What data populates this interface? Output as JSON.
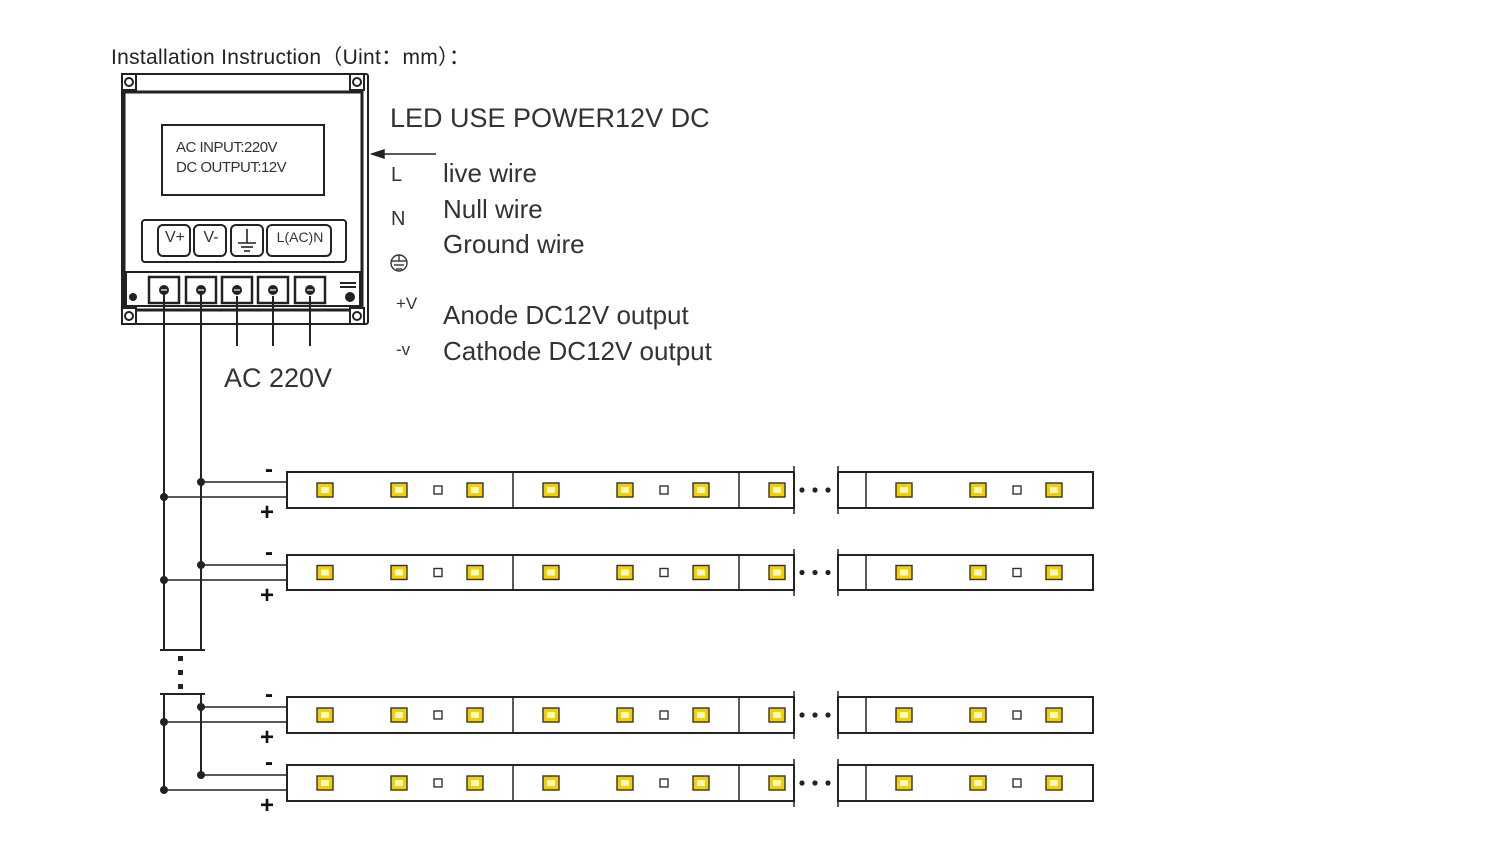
{
  "title": "Installation Instruction（Uint：mm）：",
  "power_supply": {
    "heading": "LED USE POWER12V DC",
    "spec_input": "AC INPUT:220V",
    "spec_output": "DC OUTPUT:12V",
    "terminals": [
      "V+",
      "V-",
      "L(AC)N"
    ],
    "ac_label": "AC 220V"
  },
  "legend": [
    {
      "symbol": "L",
      "text": "live wire"
    },
    {
      "symbol": "N",
      "text": "Null wire"
    },
    {
      "symbol": "ground-icon",
      "text": "Ground wire"
    },
    {
      "symbol": "+V",
      "text": "Anode DC12V output"
    },
    {
      "symbol": "-v",
      "text": "Cathode DC12V output"
    }
  ],
  "strips": {
    "minus_symbol": "-",
    "plus_symbol": "+",
    "count_shown": 4,
    "colors": {
      "led_fill": "#f5d000",
      "line": "#222222"
    }
  }
}
